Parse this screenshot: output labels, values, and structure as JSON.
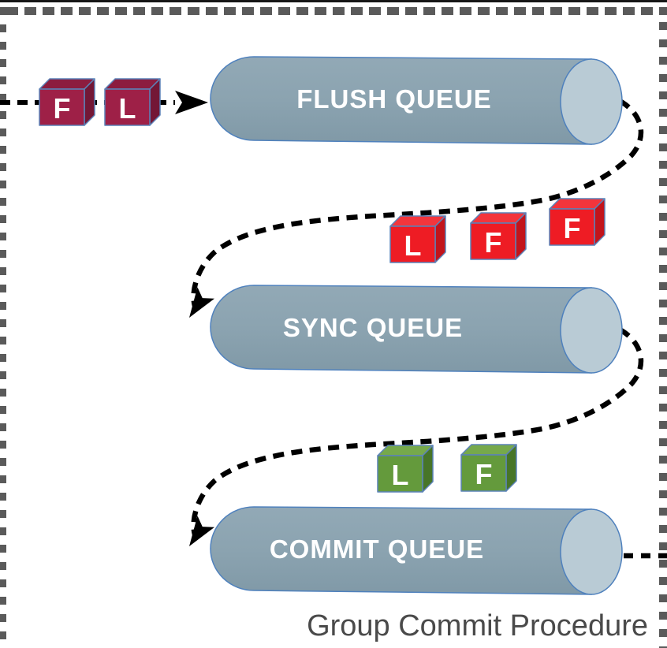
{
  "caption": "Group Commit Procedure",
  "queues": [
    {
      "label": "FLUSH QUEUE"
    },
    {
      "label": "SYNC QUEUE"
    },
    {
      "label": "COMMIT QUEUE"
    }
  ],
  "transactions": {
    "incoming": [
      {
        "letter": "F"
      },
      {
        "letter": "L"
      }
    ],
    "to_sync": [
      {
        "letter": "L"
      },
      {
        "letter": "F"
      },
      {
        "letter": "F"
      }
    ],
    "to_commit": [
      {
        "letter": "L"
      },
      {
        "letter": "F"
      }
    ]
  },
  "colors": {
    "maroon_cube": "#9e2047",
    "red_cube": "#ee1c24",
    "green_cube": "#649a3c",
    "cylinder_body": "#8ba3b0",
    "cylinder_cap": "#b9cbd5",
    "cylinder_outline": "#4f81bd",
    "cube_outline": "#5b82b8",
    "flow_arrow": "#000000",
    "border_dash": "#5a5a5a",
    "caption_text": "#4a4a4a",
    "queue_label_text": "#ffffff"
  }
}
